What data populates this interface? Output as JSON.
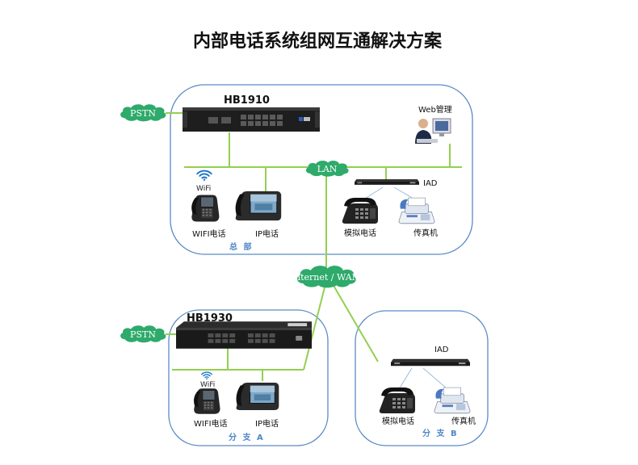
{
  "title": "内部电话系统组网互通解决方案",
  "clouds": {
    "pstn": "PSTN",
    "lan": "LAN",
    "wan": "Internet / WAN"
  },
  "hq": {
    "device": "HB1910",
    "web_admin": "Web管理",
    "iad": "IAD",
    "wifi_badge": "WiFi",
    "wifi_phone": "WIFI电话",
    "ip_phone": "IP电话",
    "analog_phone": "模拟电话",
    "fax": "传真机",
    "site_name": "总 部"
  },
  "branch_a": {
    "device": "HB1930",
    "wifi_badge": "WiFi",
    "wifi_phone": "WIFI电话",
    "ip_phone": "IP电话",
    "site_name": "分 支 A"
  },
  "branch_b": {
    "iad": "IAD",
    "analog_phone": "模拟电话",
    "fax": "传真机",
    "site_name": "分 支 B"
  },
  "colors": {
    "link": "#92d050",
    "region_border": "#5b8ac6",
    "cloud": "#2eaa6b",
    "site_label": "#4f86c6"
  }
}
